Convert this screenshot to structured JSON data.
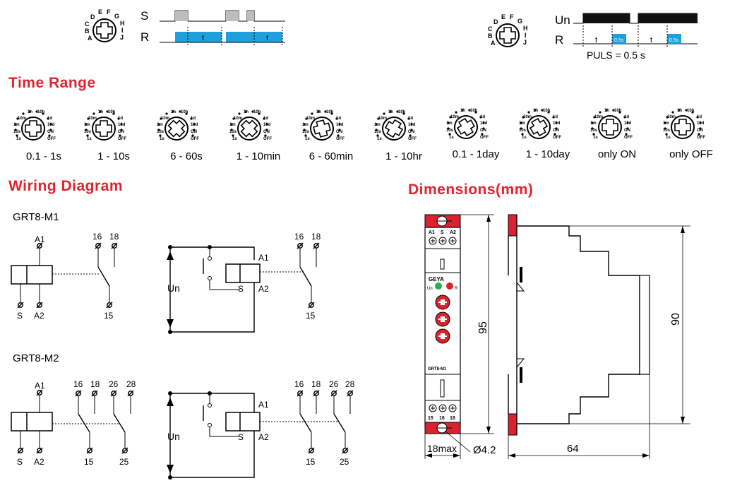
{
  "timing": {
    "left": {
      "s_label": "S",
      "r_label": "R",
      "t_label": "t",
      "dial_letters": [
        "A",
        "B",
        "C",
        "D",
        "E",
        "F",
        "G",
        "H",
        "I",
        "J"
      ]
    },
    "right": {
      "un_label": "Un",
      "r_label": "R",
      "t_label": "t",
      "pulse_label": "0.5s",
      "puls_text": "PULS = 0.5 s",
      "dial_letters": [
        "A",
        "B",
        "C",
        "D",
        "E",
        "F",
        "G",
        "H",
        "I",
        "J"
      ]
    }
  },
  "time_range": {
    "heading": "Time Range",
    "dial_scale": [
      "1s",
      "10s",
      "1m",
      "10m",
      "1h",
      "10h",
      "1d",
      "10d",
      "ON",
      "OFF"
    ],
    "ranges": [
      "0.1 - 1s",
      "1 - 10s",
      "6 - 60s",
      "1 - 10min",
      "6 - 60min",
      "1 - 10hr",
      "0.1 - 1day",
      "1 - 10day",
      "only ON",
      "only OFF"
    ]
  },
  "wiring": {
    "heading": "Wiring Diagram",
    "m1": {
      "model": "GRT8-M1",
      "a1": "A1",
      "s": "S",
      "a2": "A2",
      "t16": "16",
      "t18": "18",
      "t15": "15",
      "un": "Un"
    },
    "m2": {
      "model": "GRT8-M2",
      "a1": "A1",
      "s": "S",
      "a2": "A2",
      "t16": "16",
      "t18": "18",
      "t26": "26",
      "t28": "28",
      "t15": "15",
      "t25": "25",
      "un": "Un"
    }
  },
  "dimensions": {
    "heading": "Dimensions(mm)",
    "height_95": "95",
    "height_90": "90",
    "width_18": "18max",
    "hole": "Ø4.2",
    "depth_64": "64",
    "device": {
      "top_terms": [
        "A1",
        "S",
        "A2"
      ],
      "bottom_terms": [
        "15",
        "16",
        "18"
      ],
      "brand": "GEYA",
      "led_un": "Un",
      "led_r": "R",
      "model": "GRT8-M1"
    }
  },
  "colors": {
    "accent": "#e0242f",
    "relay_blue": "#1ea0dc",
    "pulse_gray": "#bdbdbd",
    "led_green": "#21b24b",
    "device_red": "#d9232e"
  }
}
